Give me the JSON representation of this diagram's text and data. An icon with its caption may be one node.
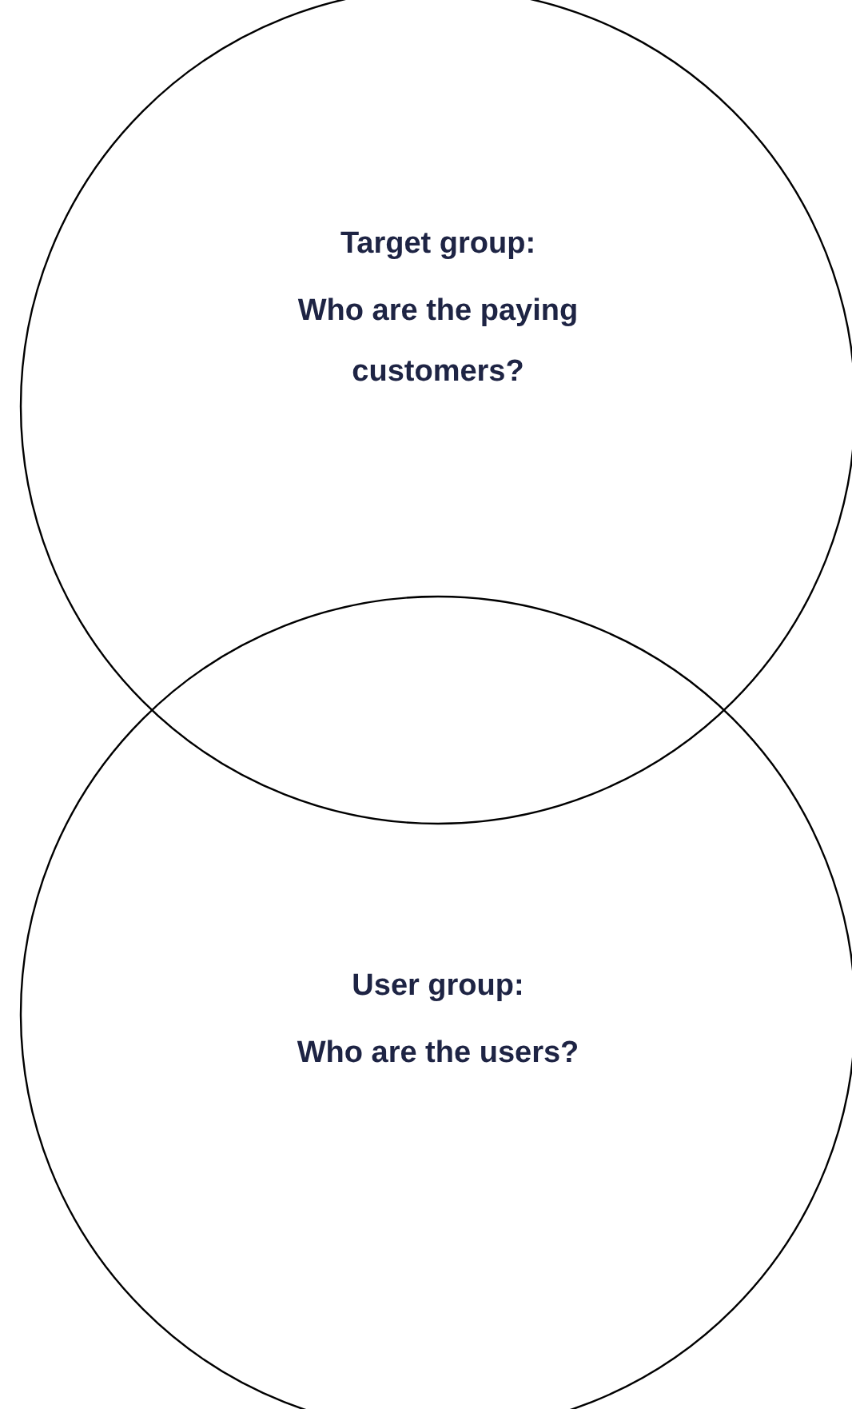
{
  "diagram": {
    "nodes": [
      {
        "text": [
          "Target group:",
          "Who are the paying customers?"
        ]
      },
      {
        "text": [
          "User group:",
          "Who are the users?"
        ]
      }
    ]
  }
}
